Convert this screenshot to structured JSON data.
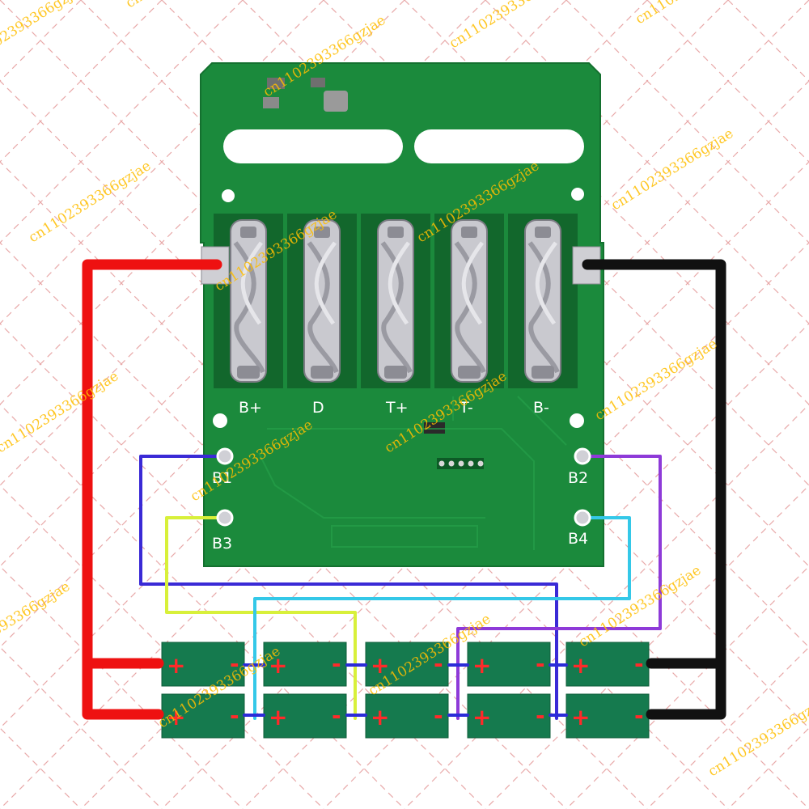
{
  "watermark": "cn1102393366gzjae",
  "colors": {
    "board": "#1b8a3c",
    "board_edge": "#14702f",
    "cell": "#157a4e",
    "red_wire": "#ee1111",
    "black_wire": "#111111",
    "b1_wire": "#3a2ad6",
    "b2_wire": "#8e3ad8",
    "b3_wire": "#d8f03a",
    "b4_wire": "#34c8e8",
    "plus_sign": "#ff2a2a",
    "minus_sign": "#ff2a2a",
    "metal": "#c9c9cf"
  },
  "board": {
    "terminals": [
      {
        "label": "B+",
        "icon": "spring-contact-icon"
      },
      {
        "label": "D",
        "icon": "spring-contact-icon"
      },
      {
        "label": "T+",
        "icon": "spring-contact-icon"
      },
      {
        "label": "T-",
        "icon": "spring-contact-icon"
      },
      {
        "label": "B-",
        "icon": "spring-contact-icon"
      }
    ],
    "pads": {
      "b1": "B1",
      "b2": "B2",
      "b3": "B3",
      "b4": "B4"
    }
  },
  "cells": {
    "plus": "+",
    "minus": "-",
    "rows": 2,
    "columns": 5
  }
}
